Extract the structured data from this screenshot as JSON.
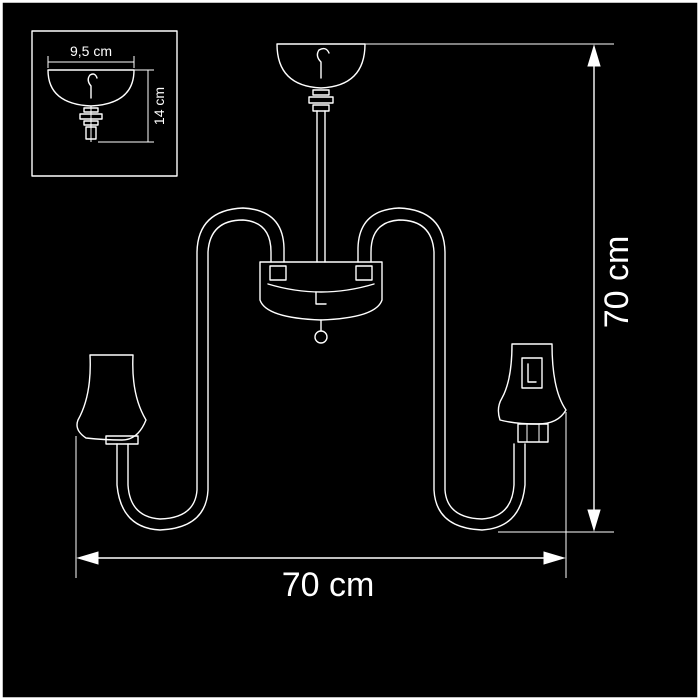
{
  "dimensions": {
    "width": "70 cm",
    "height": "70 cm",
    "canopy_diameter": "9,5 cm",
    "canopy_height": "14 cm"
  },
  "colors": {
    "background": "#000000",
    "frame": "#ffffff",
    "linework": "#ffffff"
  }
}
